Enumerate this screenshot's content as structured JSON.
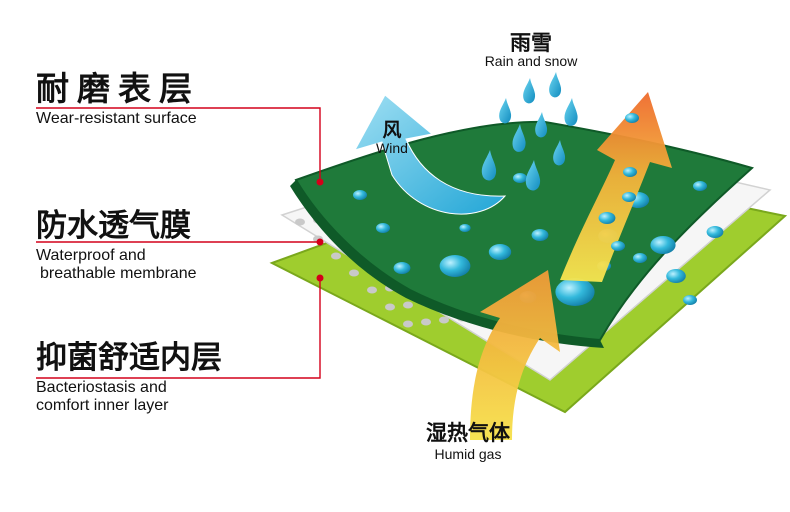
{
  "labels": {
    "outer": {
      "zh": "耐磨表层",
      "en": "Wear-resistant surface"
    },
    "membrane": {
      "zh": "防水透气膜",
      "en_line1": "Waterproof and",
      "en_line2": "breathable membrane"
    },
    "inner": {
      "zh": "抑菌舒适内层",
      "en_line1": "Bacteriostasis and",
      "en_line2": "comfort inner layer"
    }
  },
  "annotations": {
    "rain": {
      "zh": "雨雪",
      "en": "Rain and snow"
    },
    "wind": {
      "zh": "风",
      "en": "Wind"
    },
    "humid": {
      "zh": "湿热气体",
      "en": "Humid gas"
    }
  },
  "colors": {
    "outer_layer": "#1f7a3a",
    "outer_edge": "#0f5a28",
    "membrane": "#f4f4f4",
    "inner_layer": "#9fcd2e",
    "leader_line": "#d4001a",
    "wind_arrow": "#7fd3ee",
    "drop": "#28b3d8"
  },
  "icons": {
    "wind": "wind-arrow-icon",
    "rain": "raindrop-icon",
    "humid": "heat-arrow-icon"
  }
}
